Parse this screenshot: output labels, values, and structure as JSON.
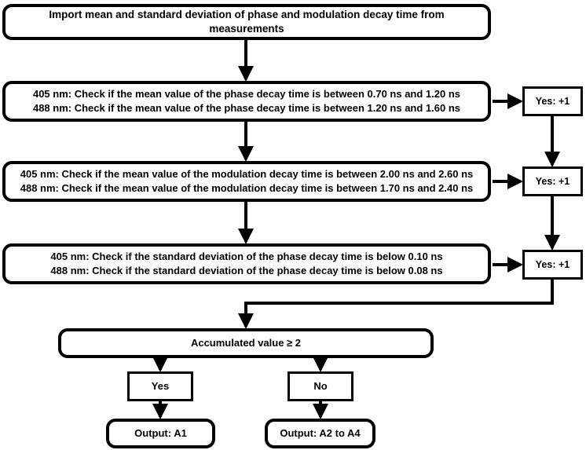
{
  "diagram": {
    "title": "Phase and modulation decay time classification flowchart",
    "colors": {
      "stroke": "#000000",
      "fill": "#ffffff",
      "text": "#000000"
    },
    "nodes": {
      "import": "Import mean and standard deviation of phase and modulation decay time from measurements",
      "check1": "405 nm: Check if the mean value of the phase decay time is between 0.70 ns and 1.20 ns\n488 nm: Check if the mean value of the phase decay time is between 1.20 ns and 1.60 ns",
      "check2": "405 nm: Check if the mean value of the modulation decay time is between 2.00 ns and 2.60 ns\n488 nm: Check if the mean value of the modulation decay time is between 1.70 ns and 2.40 ns",
      "check3": "405 nm: Check if the standard deviation of the phase decay time is below 0.10 ns\n488 nm: Check if the standard deviation of the phase decay time is below 0.08 ns",
      "yes_score_1": "Yes: +1",
      "yes_score_2": "Yes: +1",
      "yes_score_3": "Yes: +1",
      "accumulated": "Accumulated value ≥ 2",
      "branch_yes": "Yes",
      "branch_no": "No",
      "output_yes": "Output: A1",
      "output_no": "Output: A2 to A4"
    }
  }
}
